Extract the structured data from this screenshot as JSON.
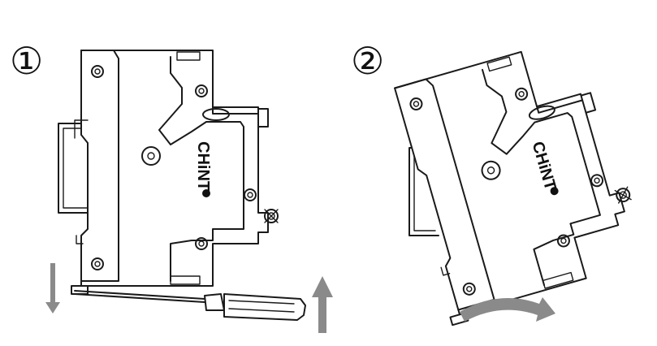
{
  "steps": [
    {
      "number": "①",
      "brand": "CHiNT",
      "brand_mark": "registered-mark"
    },
    {
      "number": "②",
      "brand": "CHiNT",
      "brand_mark": "registered-mark"
    }
  ],
  "colors": {
    "line": "#1a1a1a",
    "arrow": "#8a8a8a",
    "background": "#ffffff"
  },
  "icons": [
    "din-rail-icon",
    "screwdriver-icon",
    "down-arrow-icon",
    "up-arrow-icon",
    "rotate-arrow-icon",
    "breaker-terminal-screw-icon"
  ]
}
